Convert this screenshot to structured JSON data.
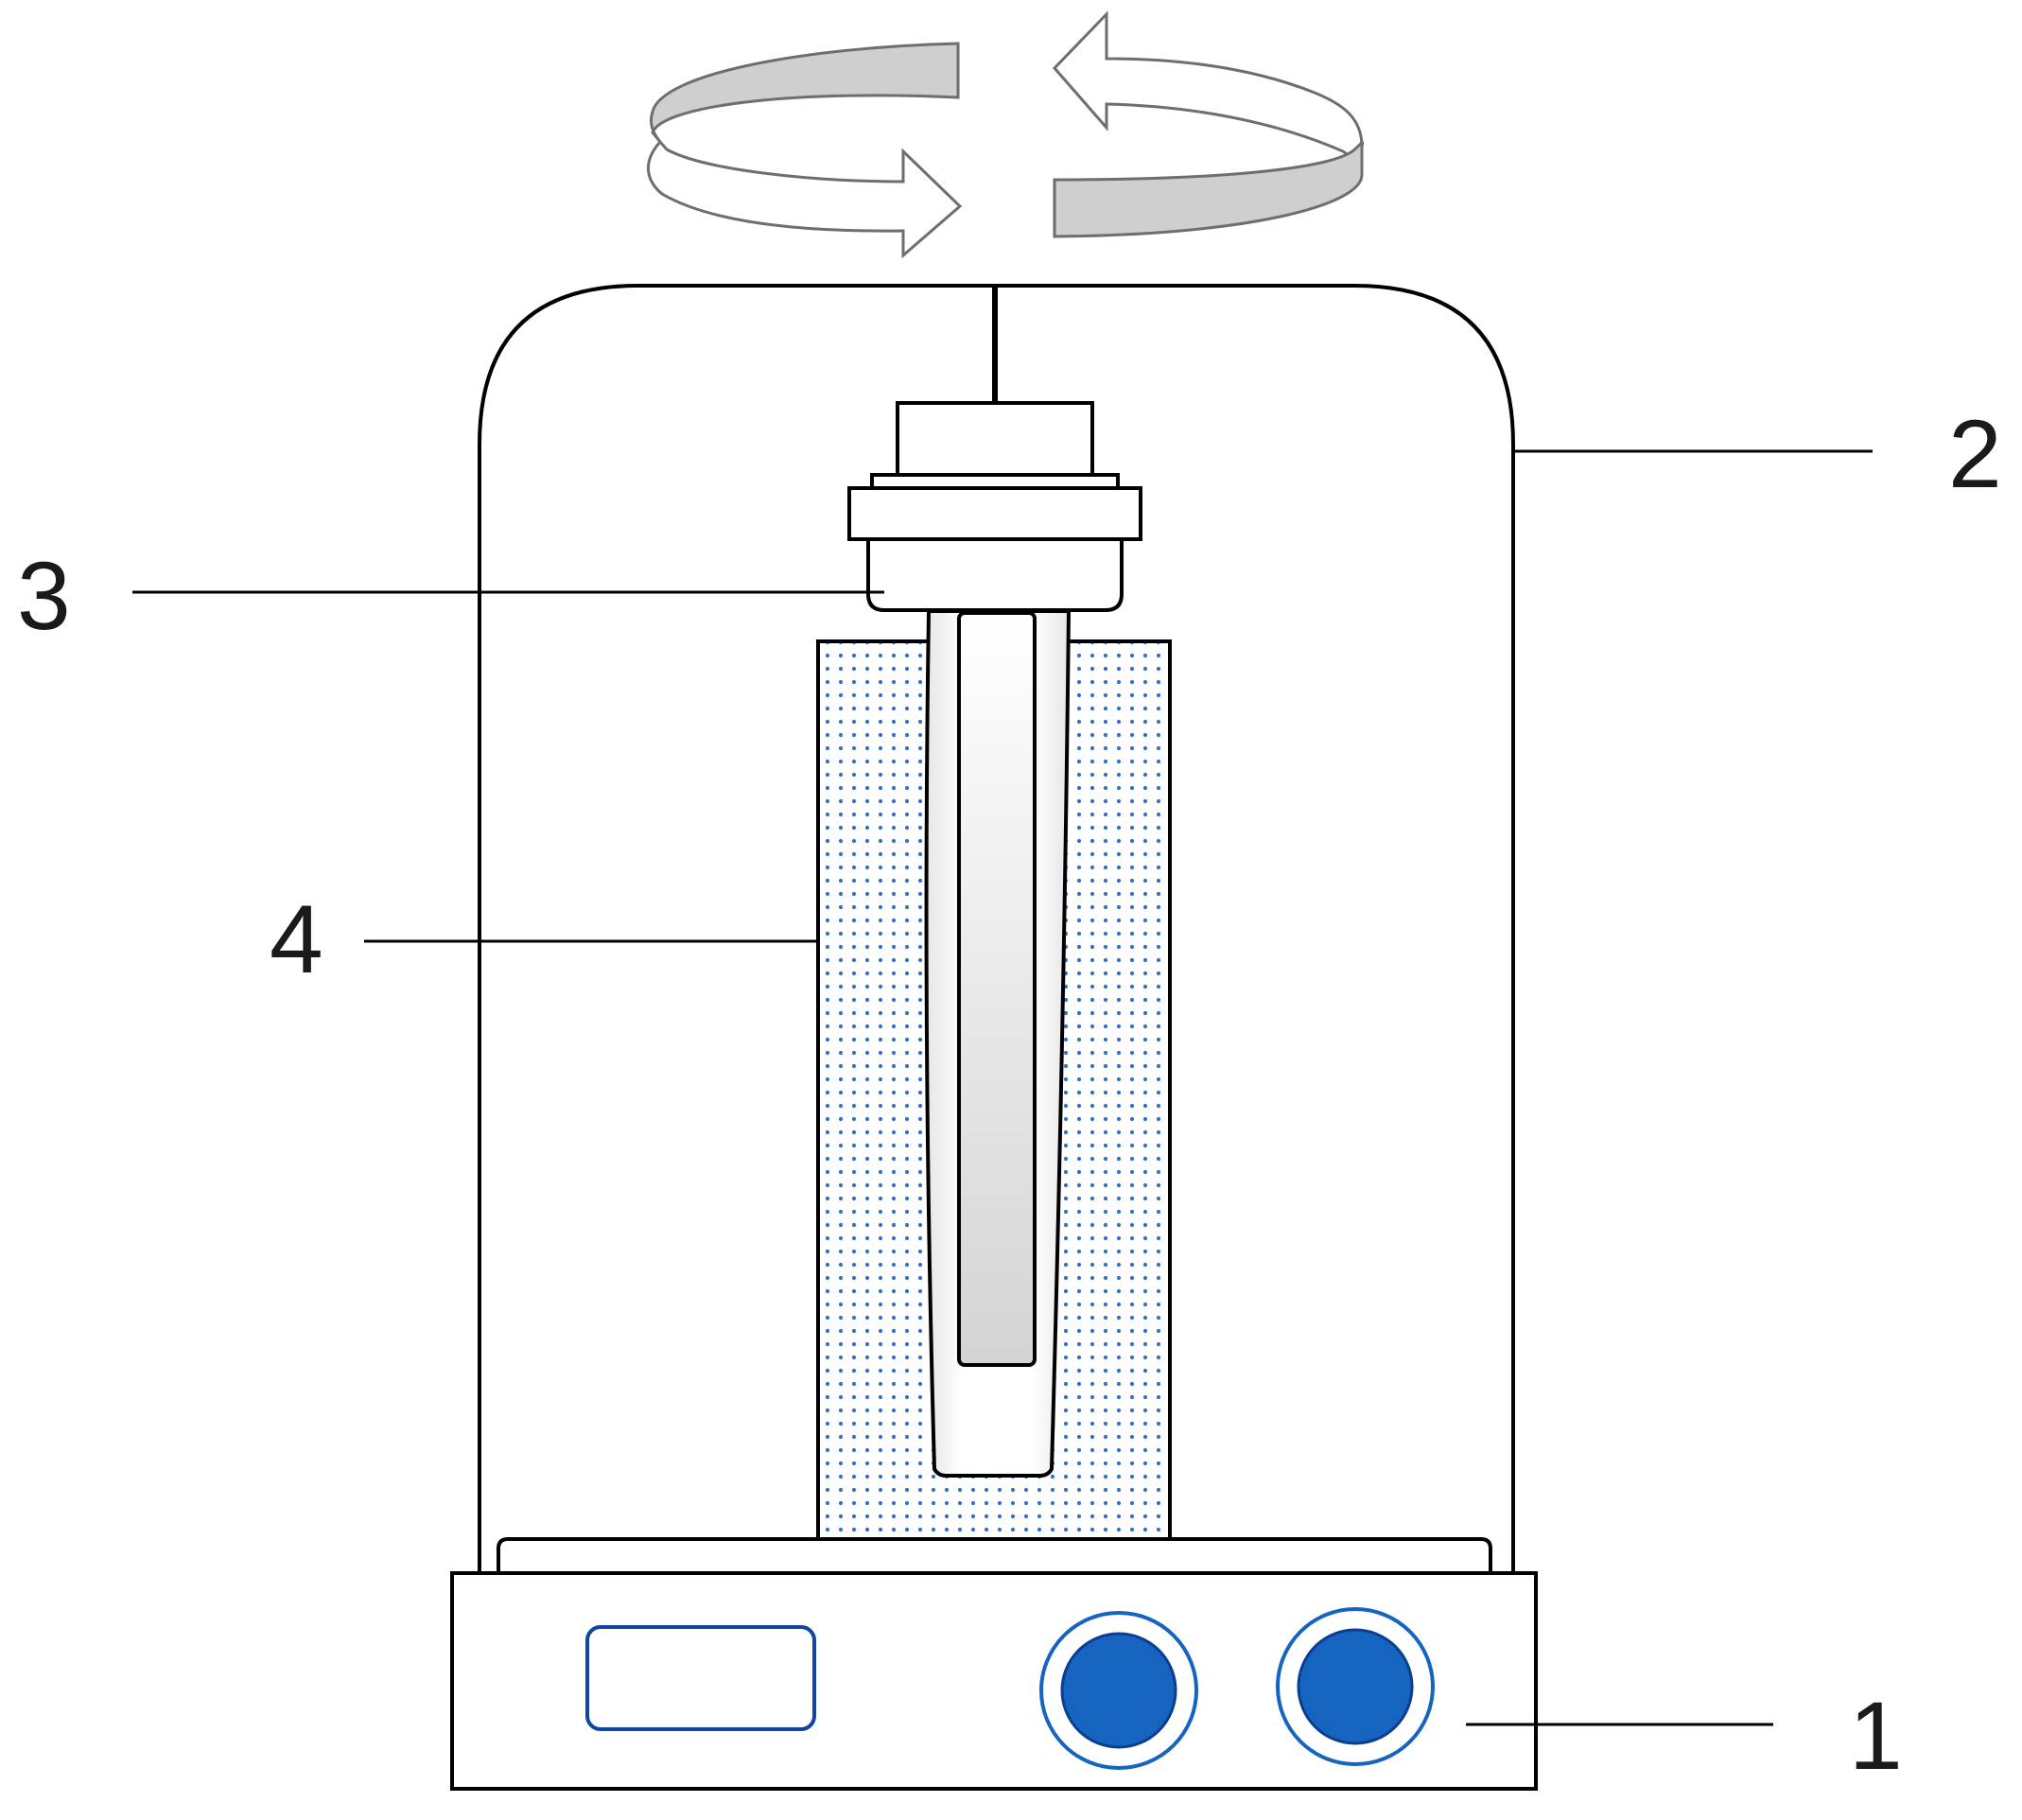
{
  "labels": {
    "base": "1",
    "cover": "2",
    "holder": "3",
    "liquid_column": "4"
  },
  "colors": {
    "stroke": "#000000",
    "arrow_fill": "#cfcfcf",
    "button_blue": "#1565c0",
    "display_border": "#0d47a1",
    "dot_blue": "#2f6fd1"
  },
  "icons": {
    "rotation": "rotation-arrows-icon"
  }
}
